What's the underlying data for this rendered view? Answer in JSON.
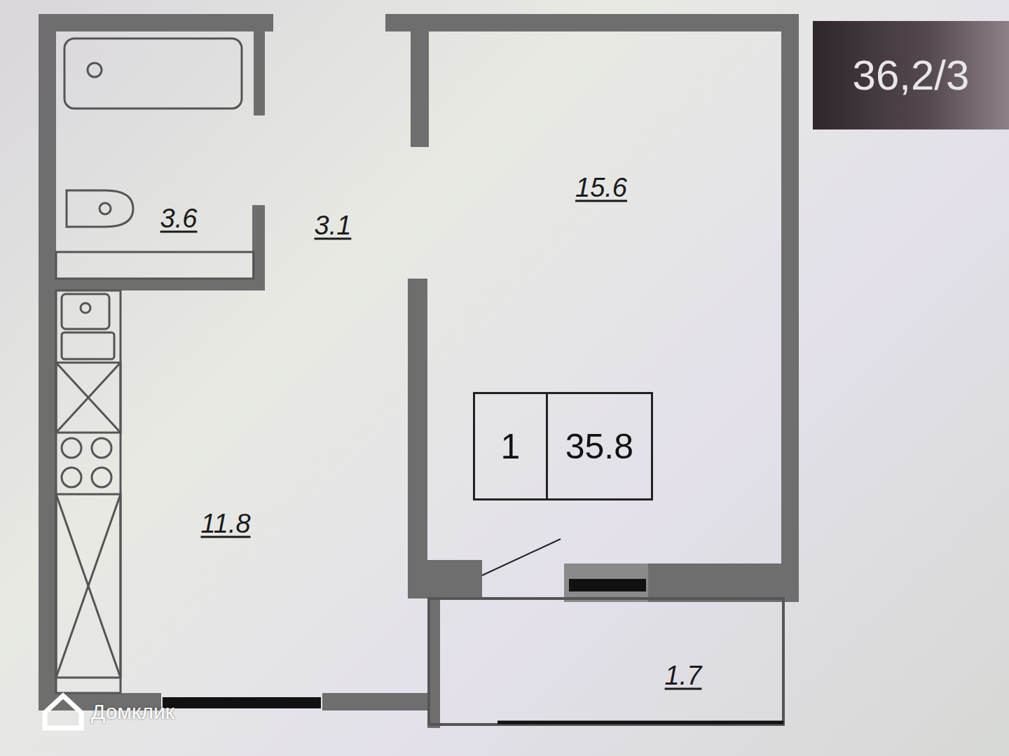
{
  "diagram": {
    "nodes": [
      {
        "text": [
          "36,2/3"
        ]
      },
      {
        "text": [
          "1",
          "35.8"
        ]
      }
    ],
    "labels": [
      "3.6",
      "3.1",
      "15.6",
      "11.8",
      "1.7",
      "Домклик"
    ]
  }
}
